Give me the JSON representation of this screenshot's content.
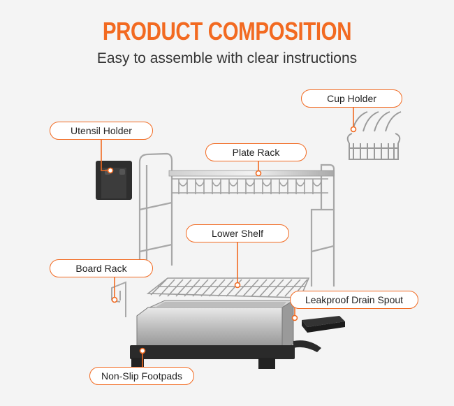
{
  "header": {
    "title": "PRODUCT COMPOSITION",
    "subtitle": "Easy to assemble with clear instructions"
  },
  "colors": {
    "accent": "#f26a21",
    "background": "#f4f4f4",
    "label_border": "#f26a21"
  },
  "labels": {
    "cup_holder": "Cup Holder",
    "utensil_holder": "Utensil Holder",
    "plate_rack": "Plate Rack",
    "lower_shelf": "Lower Shelf",
    "board_rack": "Board Rack",
    "leakproof_drain_spout": "Leakproof Drain Spout",
    "non_slip_footpads": "Non-Slip Footpads"
  }
}
